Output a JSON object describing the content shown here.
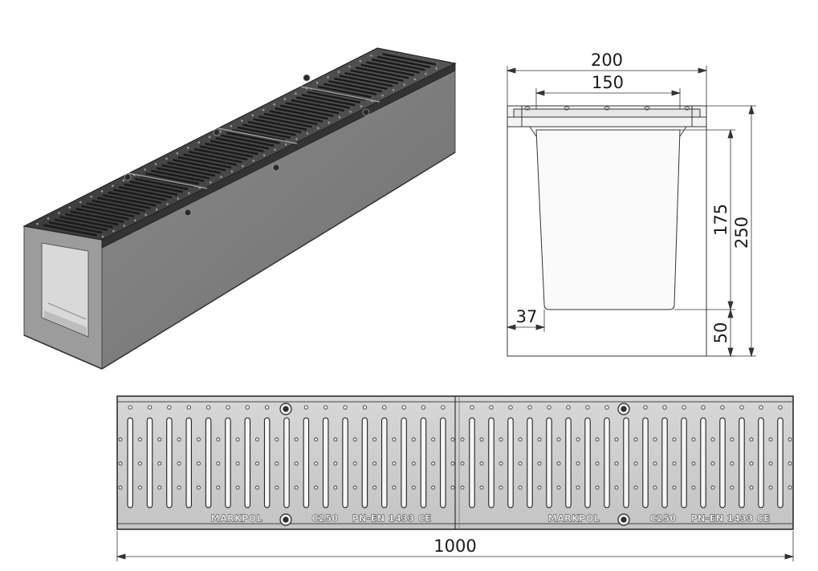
{
  "dimensions": {
    "width": "200",
    "grate_width": "150",
    "total_height": "250",
    "channel_height": "175",
    "base_height": "50",
    "wall_thickness": "37",
    "length": "1000"
  },
  "grate_markings": {
    "brand": "MARKPOL",
    "load_class": "C250",
    "standard": "PN-EN 1433 CE"
  },
  "colors": {
    "concrete_front": "#9a9a9a",
    "concrete_side": "#6e6e6e",
    "grate": "#4a4a4a",
    "line": "#333333"
  }
}
